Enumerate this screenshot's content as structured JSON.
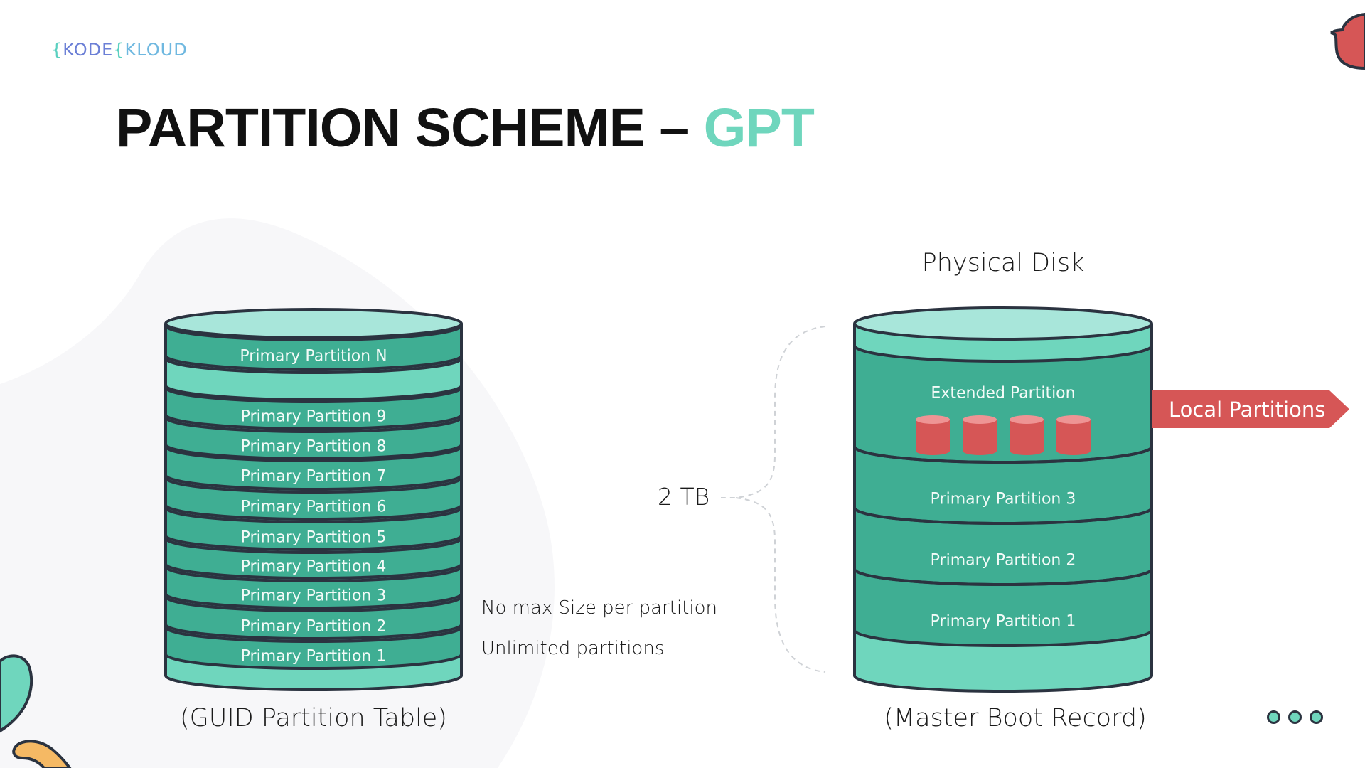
{
  "brand": {
    "logo_text": "KODEKLOUD",
    "logo_parts": [
      "{",
      "KODE",
      "{",
      "KLOUD"
    ]
  },
  "slide": {
    "title_main": "PARTITION SCHEME – ",
    "title_accent": "GPT",
    "colors": {
      "accent": "#6fd6bd",
      "cylinder_top": "#a8e6da",
      "cylinder_band_light": "#6fd6bd",
      "cylinder_band_dark": "#3fae93",
      "outline": "#2b3340",
      "red": "#d65656",
      "red_top": "#ee9494"
    }
  },
  "gpt_disk": {
    "caption": "(GUID Partition Table)",
    "partitions": [
      "Primary Partition N",
      "",
      "Primary Partition 9",
      "Primary Partition 8",
      "Primary Partition 7",
      "Primary Partition 6",
      "Primary Partition 5",
      "Primary Partition 4",
      "Primary Partition 3",
      "Primary Partition 2",
      "Primary Partition 1"
    ],
    "notes": [
      "No max Size per partition",
      "Unlimited partitions"
    ]
  },
  "mbr_disk": {
    "heading": "Physical Disk",
    "caption": "(Master Boot Record)",
    "size_label": "2 TB",
    "extended_label": "Extended Partition",
    "logical_count": 4,
    "partitions": [
      "Primary Partition 3",
      "Primary Partition 2",
      "Primary Partition 1"
    ],
    "callout": "Local Partitions"
  },
  "icons": {
    "more": "more-dots-icon"
  }
}
